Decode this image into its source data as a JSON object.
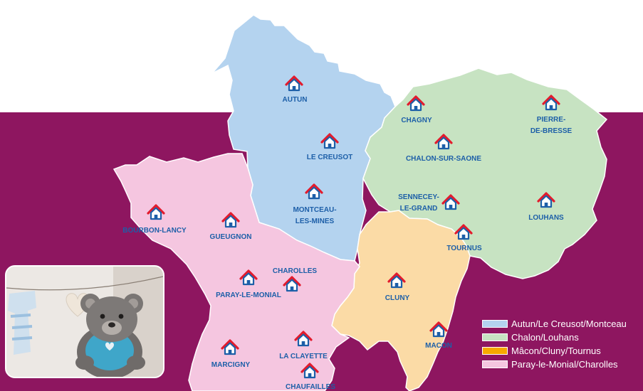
{
  "colors": {
    "background_band": "#8e1660",
    "zone_autun": "#b4d3ef",
    "zone_chalon": "#c7e3c2",
    "zone_macon": "#fbdba6",
    "zone_paray": "#f5c6e0",
    "house_roof": "#e21b2d",
    "house_body": "#1d5fa8",
    "label_text": "#1d5fa8"
  },
  "towns": {
    "autun": "AUTUN",
    "le_creusot": "LE CREUSOT",
    "montceau_1": "MONTCEAU-",
    "montceau_2": "LES-MINES",
    "chagny": "CHAGNY",
    "pierre_1": "PIERRE-",
    "pierre_2": "DE-BRESSE",
    "chalon": "CHALON-SUR-SAONE",
    "sennecey_1": "SENNECEY-",
    "sennecey_2": "LE-GRAND",
    "louhans": "LOUHANS",
    "tournus": "TOURNUS",
    "bourbon": "BOURBON-LANCY",
    "gueugnon": "GUEUGNON",
    "charolles": "CHAROLLES",
    "paray": "PARAY-LE-MONIAL",
    "cluny": "CLUNY",
    "macon": "MACON",
    "marcigny": "MARCIGNY",
    "la_clayette": "LA CLAYETTE",
    "chauffailles": "CHAUFAILLES"
  },
  "legend": [
    {
      "label": "Autun/Le Creusot/Montceau",
      "color": "#b4d3ef"
    },
    {
      "label": "Chalon/Louhans",
      "color": "#c7e3c2"
    },
    {
      "label": "Mâcon/Cluny/Tournus",
      "color": "#f6a800"
    },
    {
      "label": "Paray-le-Monial/Charolles",
      "color": "#f5c6e0"
    }
  ],
  "photo_icon": "teddy-bear-photo"
}
